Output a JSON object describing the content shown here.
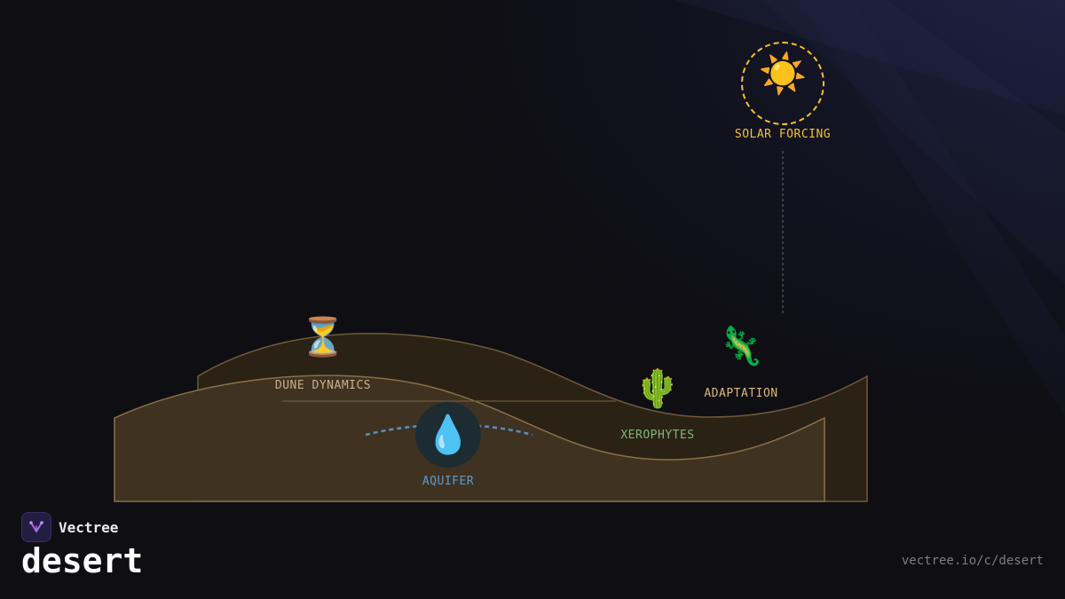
{
  "brand": {
    "name": "Vectree",
    "logo_icon": "vectree-logo-icon"
  },
  "title": "desert",
  "url": "vectree.io/c/desert",
  "colors": {
    "background": "#0f0e13",
    "sand_front": "#3f3220",
    "sand_back": "#2b2216",
    "sand_stroke": "#8a7048",
    "sun": "#f2c230",
    "aquifer": "#5b9bd5",
    "xerophytes": "#7fb57a",
    "adaptation": "#d9b77a",
    "dune": "#c9b089"
  },
  "nodes": {
    "solar_forcing": {
      "label": "SOLAR FORCING",
      "icon": "sun-icon",
      "glyph": "☀️"
    },
    "dune_dynamics": {
      "label": "DUNE DYNAMICS",
      "icon": "hourglass-icon",
      "glyph": "⏳"
    },
    "aquifer": {
      "label": "AQUIFER",
      "icon": "water-drop-icon",
      "glyph": "💧"
    },
    "xerophytes": {
      "label": "XEROPHYTES",
      "icon": "cactus-icon",
      "glyph": "🌵"
    },
    "adaptation": {
      "label": "ADAPTATION",
      "icon": "lizard-icon",
      "glyph": "🦎"
    }
  }
}
